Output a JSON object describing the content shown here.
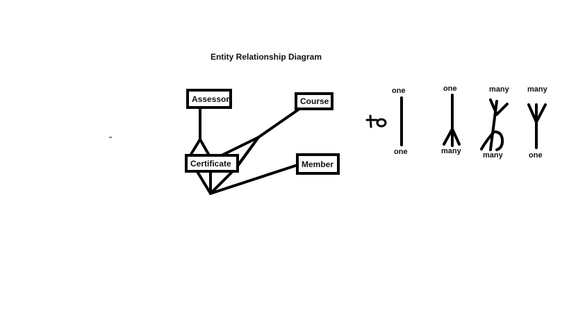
{
  "title": "Entity Relationship Diagram",
  "entities": {
    "assessor": "Assessor",
    "course": "Course",
    "certificate": "Certificate",
    "member": "Member"
  },
  "legend": {
    "to_text": "to",
    "items": [
      {
        "top": "one",
        "bottom": "one"
      },
      {
        "top": "one",
        "bottom": "many"
      },
      {
        "top": "many",
        "bottom": "many"
      },
      {
        "top": "many",
        "bottom": "one"
      }
    ]
  }
}
